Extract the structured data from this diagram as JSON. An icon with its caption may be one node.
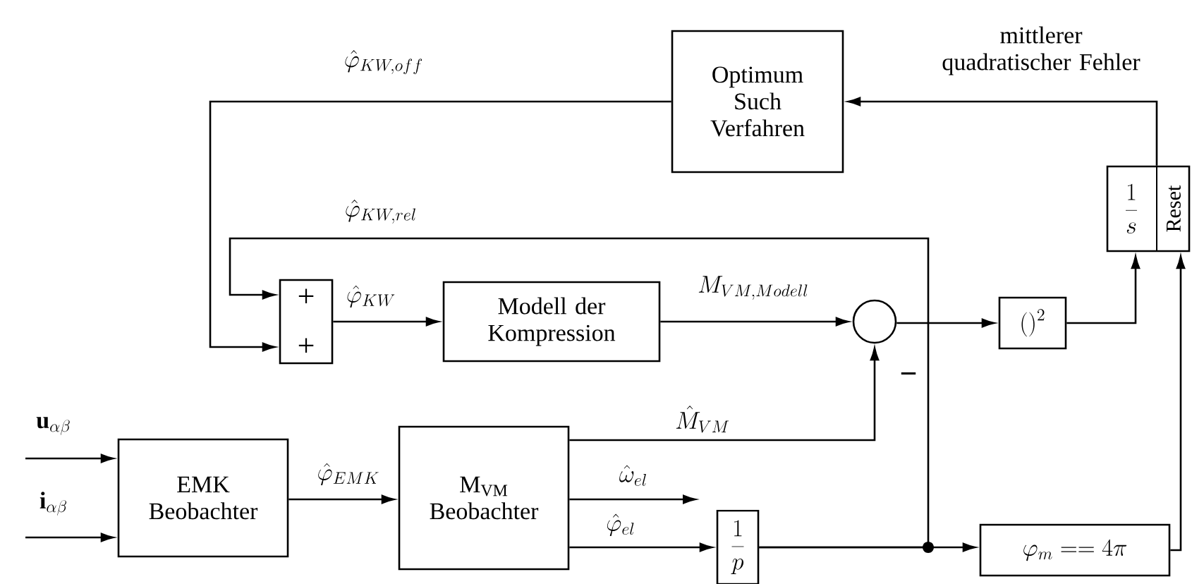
{
  "diagram": {
    "nodes": [
      {
        "text": [
          "Optimum Such Verfahren"
        ]
      },
      {
        "text": [
          "\\frac{1}{s}",
          "Reset"
        ]
      },
      {
        "text": [
          "+",
          "+"
        ]
      },
      {
        "text": [
          "Modell der Kompression"
        ]
      },
      {
        "text": [],
        "shape": "circle"
      },
      {
        "text": [
          "()^2"
        ]
      },
      {
        "text": [
          "EMK Beobachter"
        ]
      },
      {
        "text": [
          "M$_{VM}$ Beobachter"
        ]
      },
      {
        "text": [
          "\\frac{1}{p}"
        ]
      },
      {
        "text": [
          "\\varphi_m == 4\\pi"
        ]
      }
    ],
    "edges": [
      {
        "from": 0,
        "to": 2,
        "arrow": "to",
        "label": "\\hat{\\varphi}_{KW,off}"
      },
      {
        "from": 1,
        "to": 0,
        "arrow": "to",
        "label": "mittlerer quadratischer Fehler"
      },
      {
        "from": 8,
        "to": 2,
        "arrow": "to",
        "label": "\\hat{\\varphi}_{KW,rel}"
      },
      {
        "from": 8,
        "to": 9,
        "arrow": "to"
      },
      {
        "from": 2,
        "to": 3,
        "arrow": "to",
        "label": "\\hat{\\varphi}_{KW}"
      },
      {
        "from": 3,
        "to": 4,
        "arrow": "to",
        "label": "M_{VM,Modell}"
      },
      {
        "from": 7,
        "to": 4,
        "arrow": "to",
        "label": "\\hat{M}_{VM}"
      },
      {
        "from": 4,
        "to": 5,
        "arrow": "to"
      },
      {
        "from": 5,
        "to": 1,
        "arrow": "to"
      },
      {
        "from": 9,
        "to": 1,
        "arrow": "to"
      },
      {
        "from": null,
        "to": 6,
        "arrow": "to",
        "label": "\\mathbf{u}_{\\alpha\\beta}"
      },
      {
        "from": null,
        "to": 6,
        "arrow": "to",
        "label": "\\mathbf{i}_{\\alpha\\beta}"
      },
      {
        "from": 6,
        "to": 7,
        "arrow": "to",
        "label": "\\hat{\\varphi}_{EMK}"
      },
      {
        "from": 7,
        "to": null,
        "arrow": "to",
        "label": "\\hat{\\omega}_{el}"
      },
      {
        "from": 7,
        "to": 8,
        "arrow": "to",
        "label": "\\hat{\\varphi}_{el}"
      }
    ],
    "labels": [
      "−"
    ]
  }
}
